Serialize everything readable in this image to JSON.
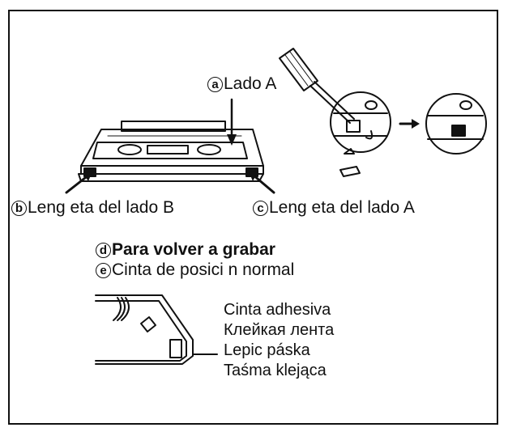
{
  "labels": {
    "a": {
      "marker": "a",
      "text": "Lado A"
    },
    "b": {
      "marker": "b",
      "text": "Leng eta del lado B"
    },
    "c": {
      "marker": "c",
      "text": "Leng eta del lado A"
    },
    "d": {
      "marker": "d",
      "text": "Para volver a grabar"
    },
    "e": {
      "marker": "e",
      "text": "Cinta de posici n normal"
    }
  },
  "tape_labels": [
    "Cinta adhesiva",
    "Клейкая лента",
    "Lepic páska",
    "Taśma klejąca"
  ]
}
